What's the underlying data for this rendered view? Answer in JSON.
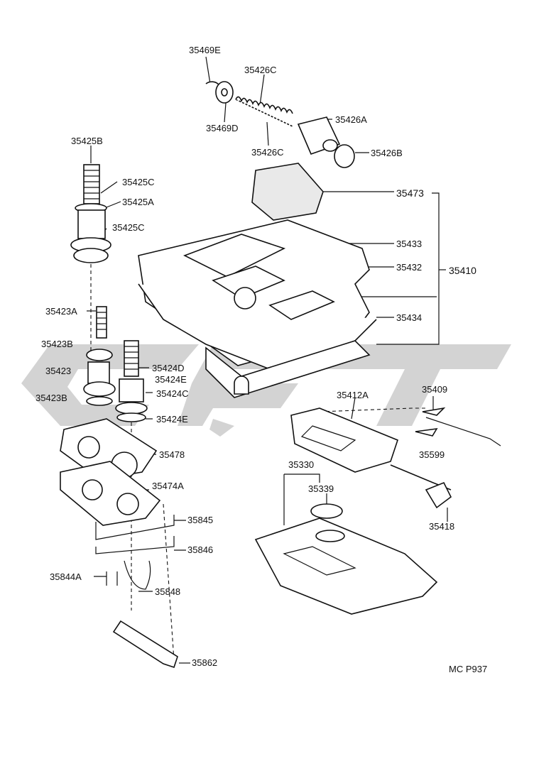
{
  "labels": {
    "p35469E": "35469E",
    "p35426C_top": "35426C",
    "p35426A": "35426A",
    "p35469D": "35469D",
    "p35426C_bot": "35426C",
    "p35426B": "35426B",
    "p35425B": "35425B",
    "p35425C_top": "35425C",
    "p35425A": "35425A",
    "p35425C_bot": "35425C",
    "p35473": "35473",
    "p35433": "35433",
    "p35432": "35432",
    "p35410": "35410",
    "p35434": "35434",
    "p35423A": "35423A",
    "p35423B_top": "35423B",
    "p35423": "35423",
    "p35423B_bot": "35423B",
    "p35424D": "35424D",
    "p35424E_top": "35424E",
    "p35424C": "35424C",
    "p35424E_bot": "35424E",
    "p35412A": "35412A",
    "p35409": "35409",
    "p35599": "35599",
    "p35478": "35478",
    "p35474A": "35474A",
    "p35330": "35330",
    "p35339": "35339",
    "p35418": "35418",
    "p35845": "35845",
    "p35846": "35846",
    "p35844A": "35844A",
    "p35848": "35848",
    "p35862": "35862",
    "ref_code": "MC P937"
  },
  "watermark_color": "#d3d3d3"
}
